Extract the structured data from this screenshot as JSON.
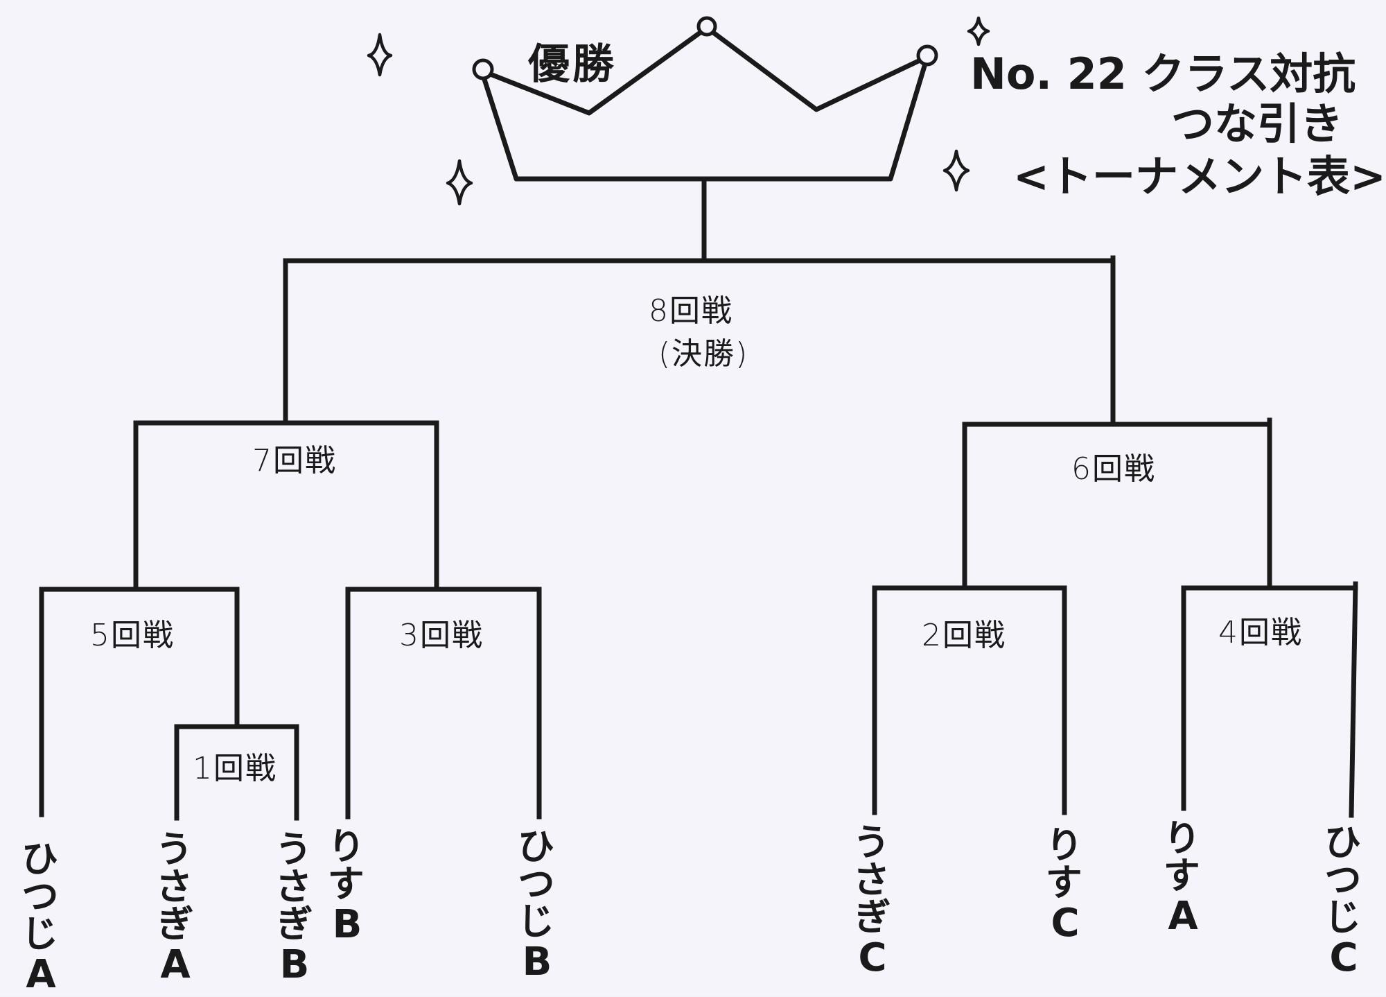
{
  "header": {
    "champion": "優勝",
    "title_line1": "No. 22 クラス対抗",
    "title_line2": "つな引き",
    "title_line3": "<トーナメント表>"
  },
  "rounds": {
    "r1": "1回戦",
    "r2": "2回戦",
    "r3": "3回戦",
    "r4": "4回戦",
    "r5": "5回戦",
    "r6": "6回戦",
    "r7": "7回戦",
    "r8": "8回戦",
    "r8_note": "(決勝)"
  },
  "teams": [
    {
      "name": "ひつじ",
      "group": "A"
    },
    {
      "name": "うさぎ",
      "group": "A"
    },
    {
      "name": "うさぎ",
      "group": "B"
    },
    {
      "name": "りす",
      "group": "B"
    },
    {
      "name": "ひつじ",
      "group": "B"
    },
    {
      "name": "うさぎ",
      "group": "C"
    },
    {
      "name": "りす",
      "group": "C"
    },
    {
      "name": "りす",
      "group": "A"
    },
    {
      "name": "ひつじ",
      "group": "C"
    }
  ]
}
